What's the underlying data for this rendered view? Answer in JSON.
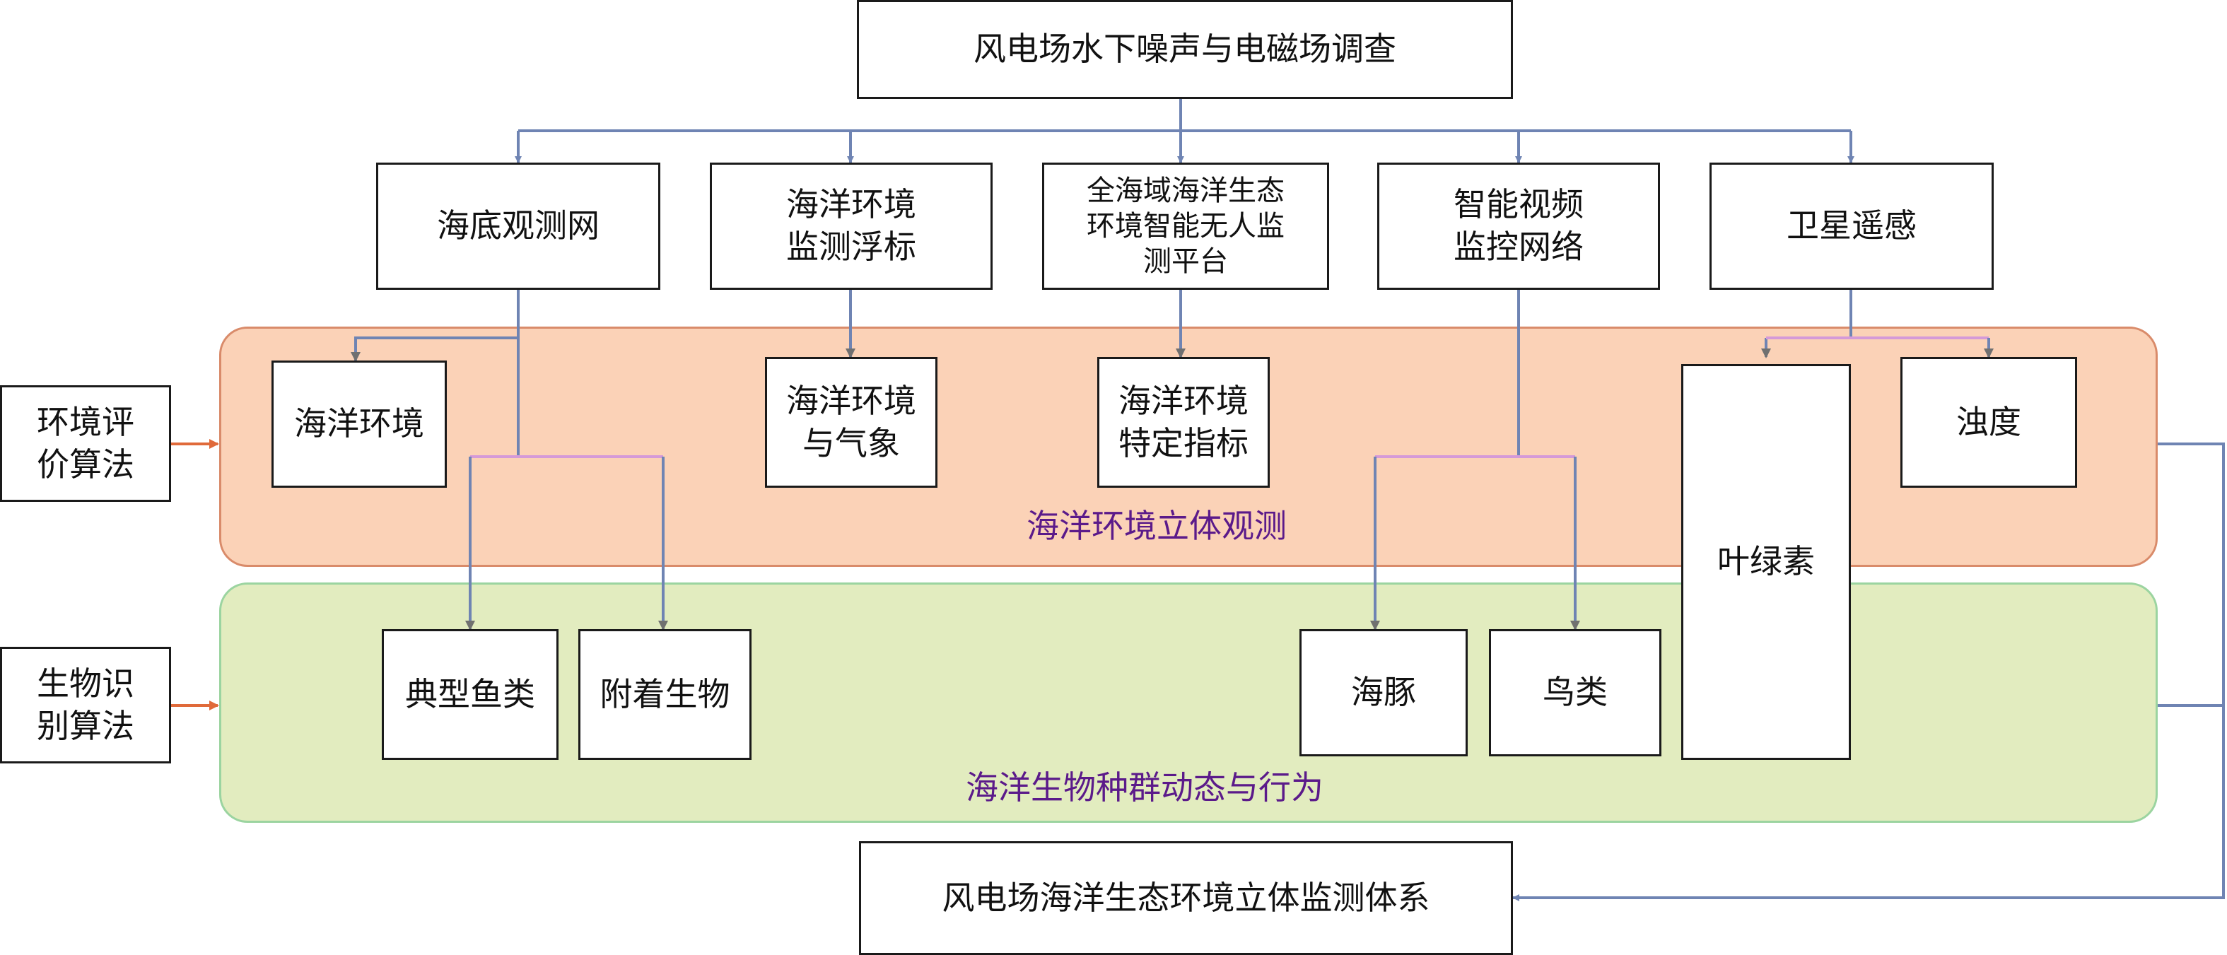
{
  "top": {
    "survey": "风电场水下噪声与电磁场调查"
  },
  "platforms": [
    {
      "label": "海底观测网"
    },
    {
      "label": "海洋环境\n监测浮标"
    },
    {
      "label": "全海域海洋生态\n环境智能无人监\n测平台"
    },
    {
      "label": "智能视频\n监控网络"
    },
    {
      "label": "卫星遥感"
    }
  ],
  "algorithms": {
    "env": "环境评\n价算法",
    "bio": "生物识\n别算法"
  },
  "regions": {
    "environment": {
      "label": "海洋环境立体观测",
      "color": "#fbd2b7"
    },
    "biology": {
      "label": "海洋生物种群动态与行为",
      "color": "#e2ecbf"
    }
  },
  "env_targets": [
    {
      "label": "海洋环境"
    },
    {
      "label": "海洋环境\n与气象"
    },
    {
      "label": "海洋环境\n特定指标"
    },
    {
      "label": "浊度"
    }
  ],
  "chlorophyll": {
    "label": "叶绿素"
  },
  "bio_targets": [
    {
      "label": "典型鱼类"
    },
    {
      "label": "附着生物"
    },
    {
      "label": "海豚"
    },
    {
      "label": "鸟类"
    }
  ],
  "bottom": {
    "system": "风电场海洋生态环境立体监测体系"
  },
  "colors": {
    "connector": "#6f84b3",
    "connector_pink": "#d59ad8",
    "input_arrow": "#e06a3a",
    "box_border": "#1a1a1a"
  }
}
